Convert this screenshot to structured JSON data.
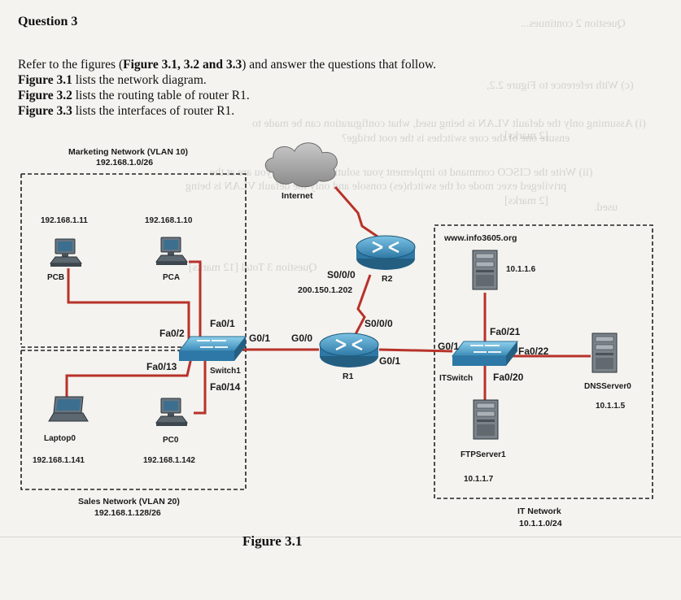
{
  "question": {
    "title": "Question 3"
  },
  "intro": {
    "line1_a": "Refer to the figures (",
    "line1_b": "Figure 3.1, 3.2 and 3.3",
    "line1_c": ") and answer the questions that follow.",
    "line2_b": "Figure 3.1",
    "line2_c": " lists the network diagram.",
    "line3_b": "Figure 3.2",
    "line3_c": " lists the routing table of router R1.",
    "line4_b": "Figure 3.3",
    "line4_c": " lists the interfaces of router R1."
  },
  "ghost": {
    "header": "Question 2 continues...",
    "c": "(c) With reference to Figure 2.2,",
    "c1": "(i) Assuming only the default VLAN is being used, what configuration can be made to",
    "c1b": "ensure one of the core switches is the root bridge?",
    "m1": "[2 marks]",
    "c2": "(ii) Write the CISCO command to implement your solution, assuming you are at the",
    "c2b": "privileged exec mode of the switch(es) console and only the default VLAN is being",
    "c2c": "used.",
    "m2": "[2 marks]",
    "q": "Question 3 Total [12 marks]"
  },
  "networks": {
    "marketing": {
      "name": "Marketing Network (VLAN 10)",
      "subnet": "192.168.1.0/26"
    },
    "sales": {
      "name": "Sales Network (VLAN 20)",
      "subnet": "192.168.1.128/26"
    },
    "it": {
      "name": "IT Network",
      "subnet": "10.1.1.0/24",
      "url": "www.info3605.org"
    }
  },
  "devices": {
    "internet": "Internet",
    "r2": "R2",
    "r2_ip": "200.150.1.202",
    "r1": "R1",
    "switch1": "Switch1",
    "itswitch": "ITSwitch",
    "pcb": {
      "name": "PCB",
      "ip": "192.168.1.11"
    },
    "pca": {
      "name": "PCA",
      "ip": "192.168.1.10"
    },
    "laptop0": {
      "name": "Laptop0",
      "ip": "192.168.1.141"
    },
    "pc0": {
      "name": "PC0",
      "ip": "192.168.1.142"
    },
    "web": {
      "ip": "10.1.1.6"
    },
    "dns": {
      "name": "DNSServer0",
      "ip": "10.1.1.5"
    },
    "ftp": {
      "name": "FTPServer1",
      "ip": "10.1.1.7"
    }
  },
  "ports": {
    "s1_fa01": "Fa0/1",
    "s1_fa02": "Fa0/2",
    "s1_fa013": "Fa0/13",
    "s1_fa014": "Fa0/14",
    "s1_g01": "G0/1",
    "r1_g00": "G0/0",
    "r1_g01": "G0/1",
    "r1_s000": "S0/0/0",
    "r2_s000": "S0/0/0",
    "it_g01": "G0/1",
    "it_fa021": "Fa0/21",
    "it_fa022": "Fa0/22",
    "it_fa020": "Fa0/20"
  },
  "figure": {
    "caption": "Figure 3.1"
  },
  "colors": {
    "link": "#b8322a",
    "router": "#3a8db8",
    "switch": "#4aa0c8",
    "cloud": "#9a9a9a"
  }
}
